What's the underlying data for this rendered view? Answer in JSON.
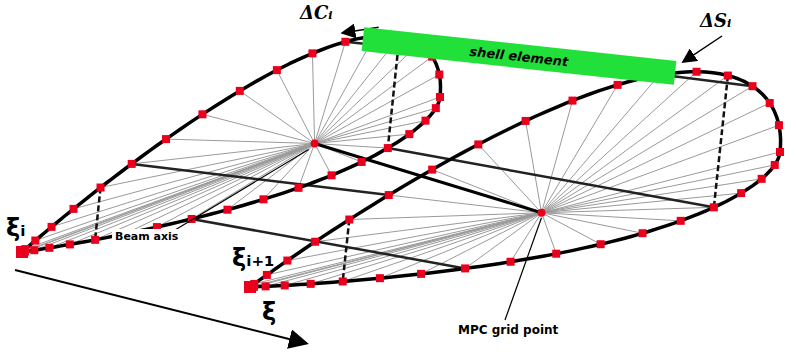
{
  "diagram": {
    "nodes": [
      {
        "text": [
          "shell element"
        ]
      }
    ],
    "labels": [
      "ΔCᵢ",
      "ΔSᵢ",
      "ξᵢ",
      "ξᵢ₊₁",
      "ξ",
      "Beam axis",
      "MPC grid point"
    ]
  }
}
